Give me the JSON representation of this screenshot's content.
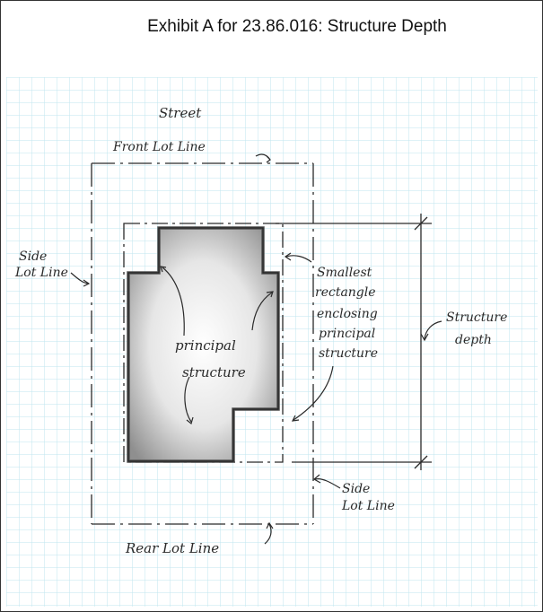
{
  "title": "Exhibit A for 23.86.016: Structure Depth",
  "labels": {
    "street": "Street",
    "front_lot_line": "Front Lot Line",
    "side_lot_line_left": [
      "Side",
      "Lot Line"
    ],
    "side_lot_line_right": [
      "Side",
      "Lot Line"
    ],
    "rear_lot_line": "Rear Lot Line",
    "principal_structure": [
      "principal",
      "structure"
    ],
    "smallest_rectangle": [
      "Smallest",
      "rectangle",
      "enclosing",
      "principal",
      "structure"
    ],
    "structure_depth": [
      "Structure",
      "depth"
    ]
  },
  "colors": {
    "grid": "#bfe6ef",
    "ink": "#2a2a2a",
    "shading": "#9a9a9a"
  }
}
